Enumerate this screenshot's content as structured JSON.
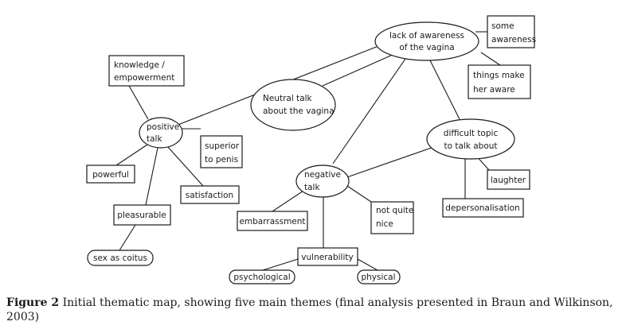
{
  "nodes": {
    "lack_of_awareness": [
      "lack of awareness",
      "of the vagina"
    ],
    "some_awareness": [
      "some",
      "awareness"
    ],
    "things_make_her_aware": [
      "things make",
      "her aware"
    ],
    "knowledge_empowerment": [
      "knowledge /",
      "empowerment"
    ],
    "neutral_talk": [
      "Neutral talk",
      "about the vagina"
    ],
    "positive_talk": [
      "positive",
      "talk"
    ],
    "superior_to_penis": [
      "superior",
      "to penis"
    ],
    "powerful": [
      "powerful"
    ],
    "satisfaction": [
      "satisfaction"
    ],
    "pleasurable": [
      "pleasurable"
    ],
    "sex_as_coitus": [
      "sex as coitus"
    ],
    "difficult_topic": [
      "difficult topic",
      "to talk about"
    ],
    "laughter": [
      "laughter"
    ],
    "depersonalisation": [
      "depersonalisation"
    ],
    "negative_talk": [
      "negative",
      "talk"
    ],
    "embarrassment": [
      "embarrassment"
    ],
    "not_quite_nice": [
      "not quite",
      "nice"
    ],
    "vulnerability": [
      "vulnerability"
    ],
    "psychological": [
      "psychological"
    ],
    "physical": [
      "physical"
    ]
  },
  "caption": {
    "label": "Figure 2",
    "text": " Initial thematic map, showing five main themes (final analysis presented in Braun and Wilkinson, 2003)"
  }
}
